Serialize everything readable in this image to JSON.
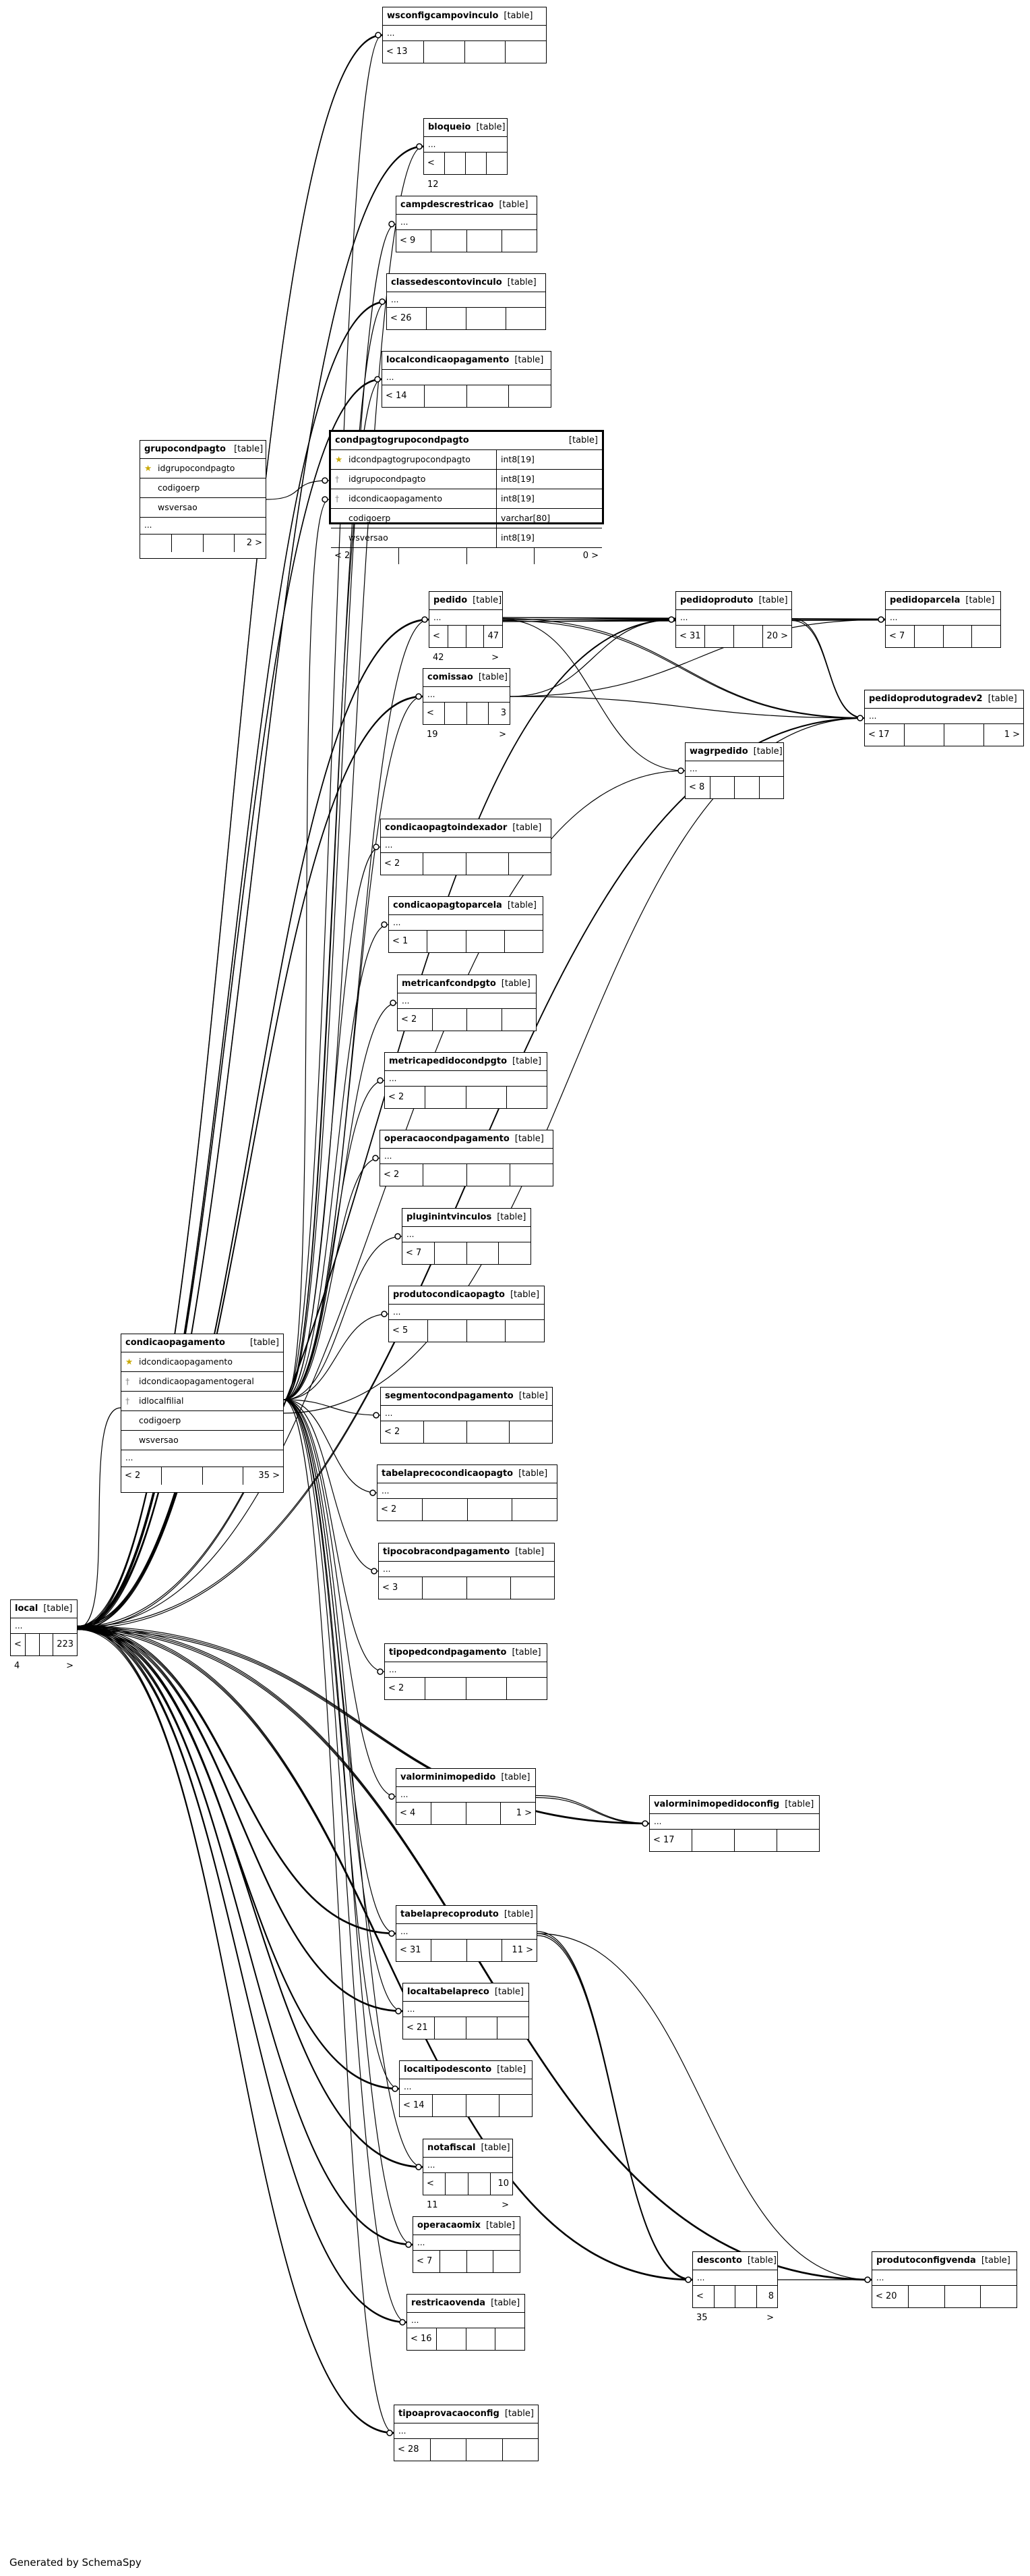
{
  "footer": "Generated by SchemaSpy",
  "kind_label": "[table]",
  "focus": {
    "name": "condpagtogrupocondpagto",
    "columns": [
      {
        "name": "idcondpagtogrupocondpagto",
        "type": "int8[19]",
        "key": "pk"
      },
      {
        "name": "idgrupocondpagto",
        "type": "int8[19]",
        "key": "fk"
      },
      {
        "name": "idcondicaopagamento",
        "type": "int8[19]",
        "key": "fk"
      },
      {
        "name": "codigoerp",
        "type": "varchar[80]",
        "key": ""
      },
      {
        "name": "wsversao",
        "type": "int8[19]",
        "key": ""
      }
    ],
    "parents": "< 2",
    "children": "0 >"
  },
  "grupocondpagto": {
    "columns": [
      {
        "name": "idgrupocondpagto",
        "key": "pk"
      },
      {
        "name": "codigoerp",
        "key": ""
      },
      {
        "name": "wsversao",
        "key": ""
      }
    ],
    "parents": "",
    "children": "2 >"
  },
  "condicaopagamento": {
    "columns": [
      {
        "name": "idcondicaopagamento",
        "key": "pk"
      },
      {
        "name": "idcondicaopagamentogeral",
        "key": "fk"
      },
      {
        "name": "idlocalfilial",
        "key": "fk"
      },
      {
        "name": "codigoerp",
        "key": ""
      },
      {
        "name": "wsversao",
        "key": ""
      }
    ],
    "parents": "< 2",
    "children": "35 >"
  },
  "tables": [
    {
      "id": "wsconfigcampovinculo",
      "name": "wsconfigcampovinculo",
      "parents": "< 13",
      "children": ""
    },
    {
      "id": "bloqueio",
      "name": "bloqueio",
      "parents": "< 12",
      "children": ""
    },
    {
      "id": "campdescrestricao",
      "name": "campdescrestricao",
      "parents": "< 9",
      "children": ""
    },
    {
      "id": "classedescontovinculo",
      "name": "classedescontovinculo",
      "parents": "< 26",
      "children": ""
    },
    {
      "id": "localcondicaopagamento",
      "name": "localcondicaopagamento",
      "parents": "< 14",
      "children": ""
    },
    {
      "id": "pedido",
      "name": "pedido",
      "parents": "< 42",
      "children": "47 >"
    },
    {
      "id": "pedidoproduto",
      "name": "pedidoproduto",
      "parents": "< 31",
      "children": "20 >"
    },
    {
      "id": "pedidoparcela",
      "name": "pedidoparcela",
      "parents": "< 7",
      "children": ""
    },
    {
      "id": "comissao",
      "name": "comissao",
      "parents": "< 19",
      "children": "3 >"
    },
    {
      "id": "pedidoprodutogradev2",
      "name": "pedidoprodutogradev2",
      "parents": "< 17",
      "children": "1 >"
    },
    {
      "id": "wagrpedido",
      "name": "wagrpedido",
      "parents": "< 8",
      "children": ""
    },
    {
      "id": "condicaopagtoindexador",
      "name": "condicaopagtoindexador",
      "parents": "< 2",
      "children": ""
    },
    {
      "id": "condicaopagtoparcela",
      "name": "condicaopagtoparcela",
      "parents": "< 1",
      "children": ""
    },
    {
      "id": "metricanfcondpgto",
      "name": "metricanfcondpgto",
      "parents": "< 2",
      "children": ""
    },
    {
      "id": "metricapedidocondpgto",
      "name": "metricapedidocondpgto",
      "parents": "< 2",
      "children": ""
    },
    {
      "id": "operacaocondpagamento",
      "name": "operacaocondpagamento",
      "parents": "< 2",
      "children": ""
    },
    {
      "id": "pluginintvinculos",
      "name": "pluginintvinculos",
      "parents": "< 7",
      "children": ""
    },
    {
      "id": "produtocondicaopagto",
      "name": "produtocondicaopagto",
      "parents": "< 5",
      "children": ""
    },
    {
      "id": "segmentocondpagamento",
      "name": "segmentocondpagamento",
      "parents": "< 2",
      "children": ""
    },
    {
      "id": "tabelaprecocondicaopagto",
      "name": "tabelaprecocondicaopagto",
      "parents": "< 2",
      "children": ""
    },
    {
      "id": "tipocobracondpagamento",
      "name": "tipocobracondpagamento",
      "parents": "< 3",
      "children": ""
    },
    {
      "id": "local",
      "name": "local",
      "parents": "< 4",
      "children": "223 >"
    },
    {
      "id": "tipopedcondpagamento",
      "name": "tipopedcondpagamento",
      "parents": "< 2",
      "children": ""
    },
    {
      "id": "valorminimopedido",
      "name": "valorminimopedido",
      "parents": "< 4",
      "children": "1 >"
    },
    {
      "id": "valorminimopedidoconfig",
      "name": "valorminimopedidoconfig",
      "parents": "< 17",
      "children": ""
    },
    {
      "id": "tabelaprecoproduto",
      "name": "tabelaprecoproduto",
      "parents": "< 31",
      "children": "11 >"
    },
    {
      "id": "localtabelapreco",
      "name": "localtabelapreco",
      "parents": "< 21",
      "children": ""
    },
    {
      "id": "localtipodesconto",
      "name": "localtipodesconto",
      "parents": "< 14",
      "children": ""
    },
    {
      "id": "notafiscal",
      "name": "notafiscal",
      "parents": "< 11",
      "children": "10 >"
    },
    {
      "id": "operacaomix",
      "name": "operacaomix",
      "parents": "< 7",
      "children": ""
    },
    {
      "id": "restricaovenda",
      "name": "restricaovenda",
      "parents": "< 16",
      "children": ""
    },
    {
      "id": "desconto",
      "name": "desconto",
      "parents": "< 35",
      "children": "8 >"
    },
    {
      "id": "produtoconfigvenda",
      "name": "produtoconfigvenda",
      "parents": "< 20",
      "children": ""
    },
    {
      "id": "tipoaprovacaoconfig",
      "name": "tipoaprovacaoconfig",
      "parents": "< 28",
      "children": ""
    }
  ]
}
